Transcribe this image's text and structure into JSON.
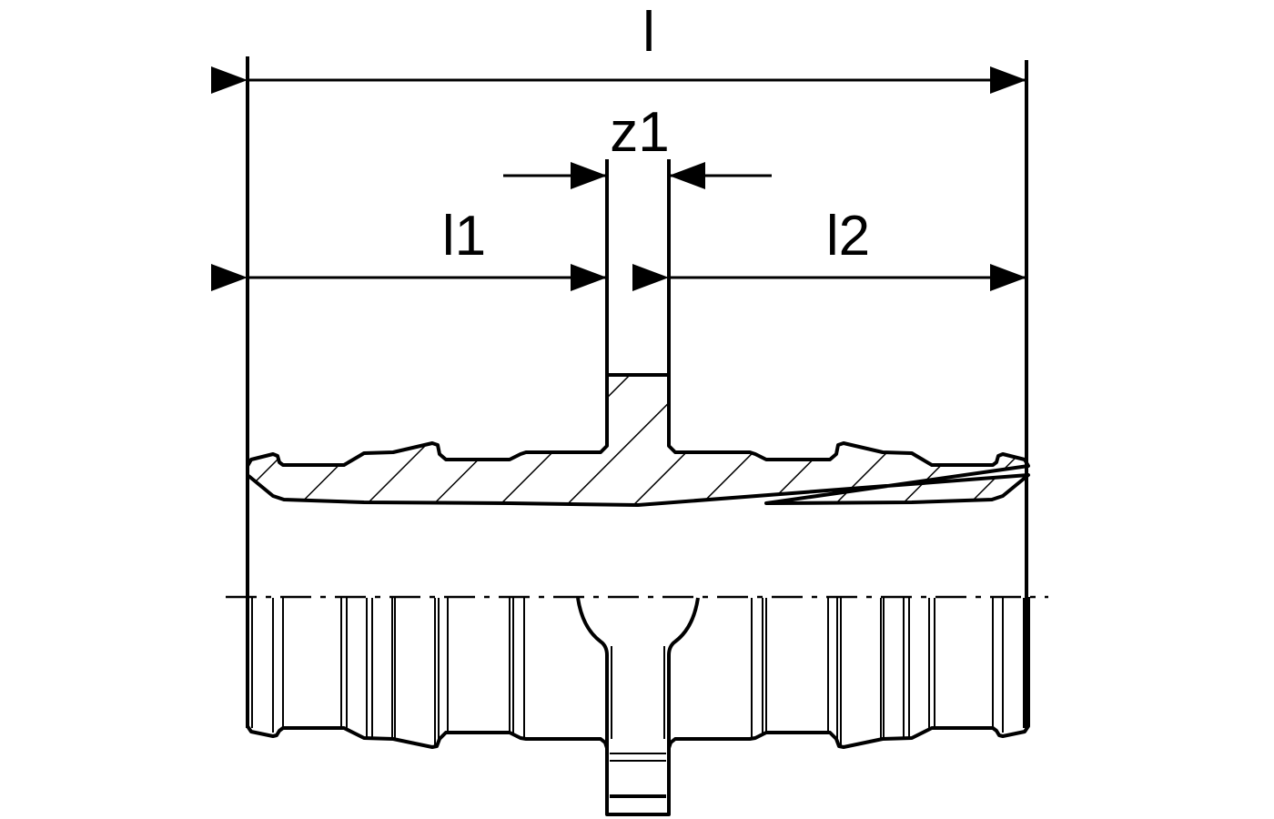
{
  "diagram": {
    "labels": {
      "overall_length": "l",
      "z1": "z1",
      "l1": "l1",
      "l2": "l2"
    },
    "colors": {
      "line": "#000000",
      "background": "#ffffff"
    }
  }
}
